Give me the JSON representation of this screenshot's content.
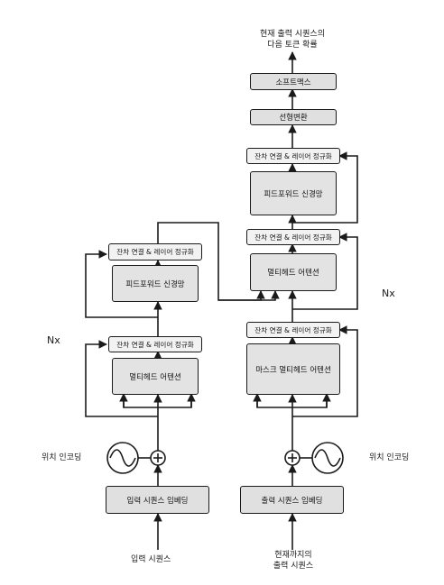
{
  "output_label": [
    "현재 출력 시퀀스의",
    "다음 토큰 확률"
  ],
  "decoder_top": {
    "softmax": "소프트맥스",
    "linear": "선형변환"
  },
  "encoder": {
    "nx": "Nx",
    "add_norm": "잔차 연결 & 레이어 정규화",
    "ffn": "피드포워드 신경망",
    "mha": "멀티헤드 어텐션",
    "positional_encoding": "위치 인코딩",
    "embedding": "입력 시퀀스 임베딩",
    "input": "입력 시퀀스"
  },
  "decoder": {
    "nx": "Nx",
    "add_norm": "잔차 연결 & 레이어 정규화",
    "ffn": "피드포워드 신경망",
    "mha": "멀티헤드 어텐션",
    "masked_mha": "마스크 멀티헤드 어텐션",
    "positional_encoding": "위치 인코딩",
    "embedding": "출력 시퀀스 임베딩",
    "input": [
      "현재까지의",
      "출력 시퀀스"
    ]
  }
}
